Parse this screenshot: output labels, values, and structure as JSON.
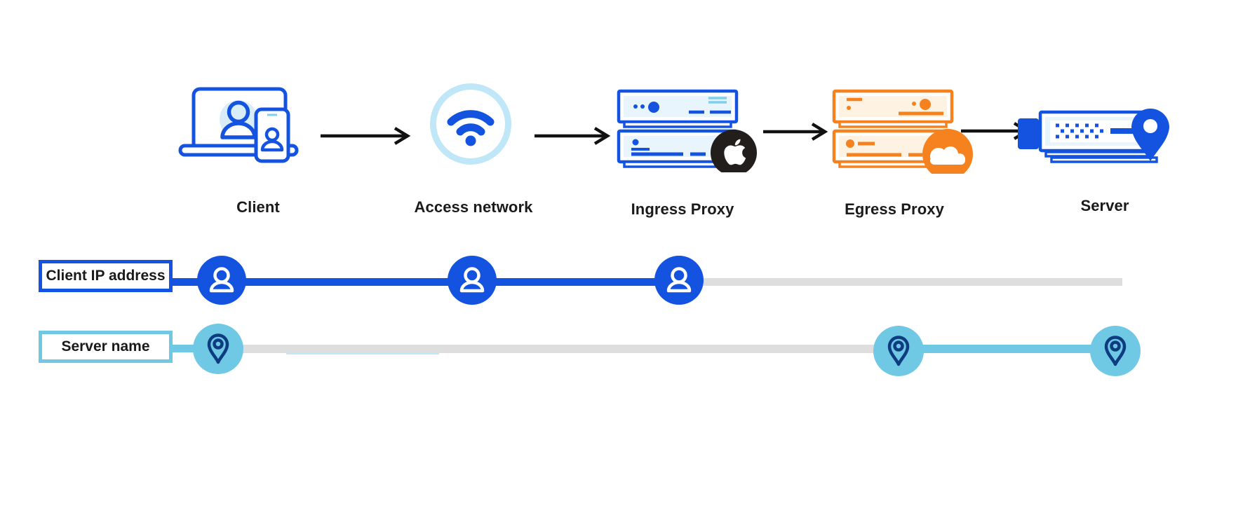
{
  "colors": {
    "blue": "#1353E0",
    "navy": "#0E3C80",
    "sky": "#6FC9E4",
    "sky_light": "#BFE7F7",
    "light_blue_fill": "#E8F5FC",
    "pale_blue": "#D9EDF9",
    "orange": "#F6821F",
    "orange_fill": "#FEF3E3",
    "gray_track": "#DEDEDE",
    "apple_black": "#221E1B",
    "text": "#1A1A1A"
  },
  "stages": [
    {
      "label": "Client",
      "icon": "client-devices-icon"
    },
    {
      "label": "Access network",
      "icon": "wifi-icon"
    },
    {
      "label": "Ingress Proxy",
      "icon": "server-stack-icon",
      "badge": "apple-logo-badge"
    },
    {
      "label": "Egress Proxy",
      "icon": "server-stack-icon",
      "badge": "cloudflare-logo-badge"
    },
    {
      "label": "Server",
      "icon": "server-location-icon"
    }
  ],
  "tracks": [
    {
      "label": "Client IP address",
      "node_icon": "person-icon",
      "nodes_at_stages": [
        0,
        1,
        2
      ]
    },
    {
      "label": "Server name",
      "node_icon": "location-pin-icon",
      "nodes_at_stages": [
        0,
        3,
        4
      ]
    }
  ]
}
